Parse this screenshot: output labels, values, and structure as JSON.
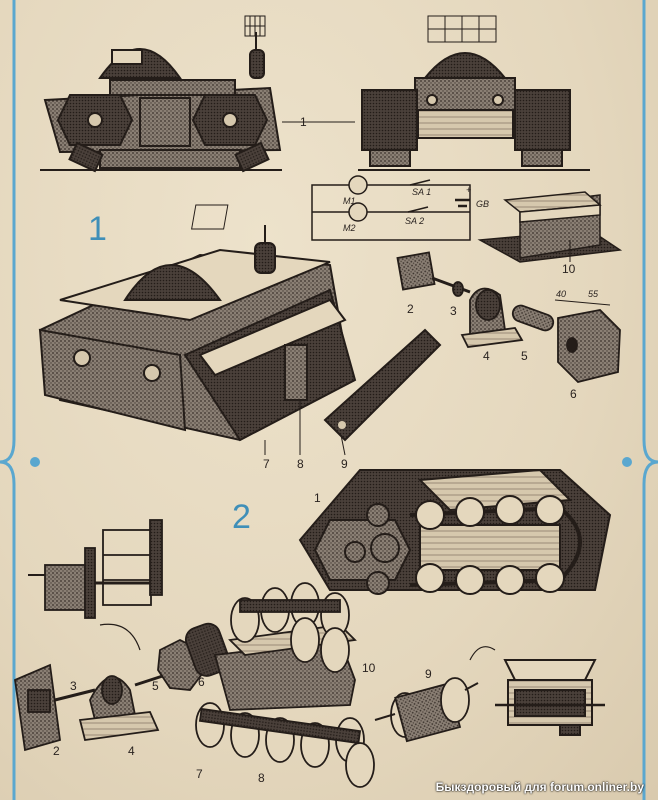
{
  "figure_numbers": [
    "1",
    "2"
  ],
  "circuit": {
    "motor1": "M1",
    "motor2": "M2",
    "switch1": "SA 1",
    "switch2": "SA 2",
    "battery": "GB",
    "plus": "+"
  },
  "dimensions": {
    "small": "40",
    "large": "55"
  },
  "fig1_labels": {
    "n1": "1",
    "n2": "2",
    "n3": "3",
    "n4": "4",
    "n5": "5",
    "n6": "6",
    "n7": "7",
    "n8": "8",
    "n9": "9",
    "n10": "10"
  },
  "fig2_labels": {
    "n1": "1",
    "n2": "2",
    "n3": "3",
    "n4": "4",
    "n5": "5",
    "n6": "6",
    "n7": "7",
    "n8": "8",
    "n9": "9",
    "n10": "10"
  },
  "watermark": "Быкздоровый для forum.onliner.by",
  "colors": {
    "paper": "#e8dcc4",
    "ink": "#2a2320",
    "accent_blue": "#3f8fb8"
  }
}
